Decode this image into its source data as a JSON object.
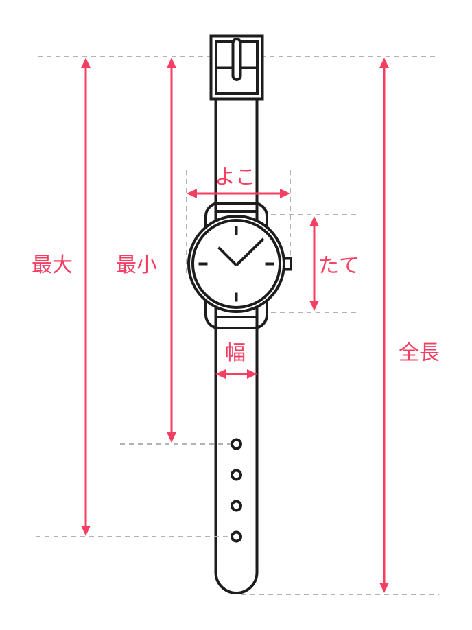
{
  "diagram": {
    "kind": "watch-size-measurement-diagram",
    "labels": {
      "max_length": "最大",
      "min_length": "最小",
      "case_width": "よこ",
      "case_height": "たて",
      "strap_width": "幅",
      "total_length": "全長"
    },
    "colors": {
      "accent": "#f43f63",
      "outline": "#1d1d1d",
      "guide": "#b3b3b3",
      "background": "#ffffff"
    }
  }
}
